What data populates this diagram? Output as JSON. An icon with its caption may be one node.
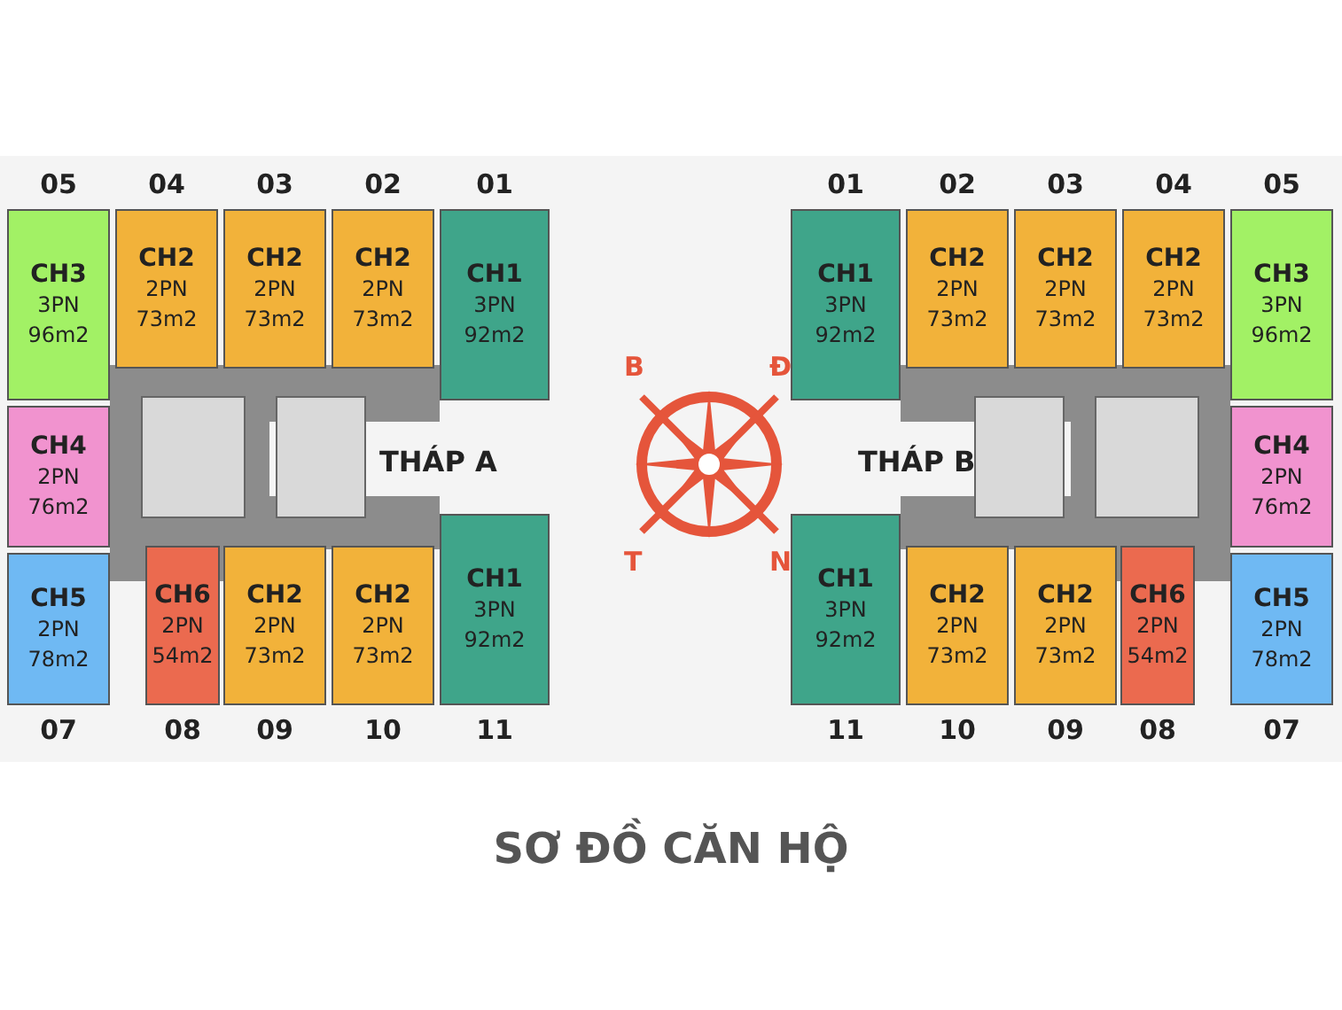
{
  "diagram": {
    "caption": "SƠ ĐỒ CĂN HỘ",
    "nodes": [
      {
        "text": [
          "CH3",
          "3PN",
          "96m2"
        ],
        "beside": [
          "05"
        ]
      },
      {
        "text": [
          "CH2",
          "2PN",
          "73m2"
        ],
        "beside": [
          "04"
        ]
      },
      {
        "text": [
          "CH2",
          "2PN",
          "73m2"
        ],
        "beside": [
          "03"
        ]
      },
      {
        "text": [
          "CH2",
          "2PN",
          "73m2"
        ],
        "beside": [
          "02"
        ]
      },
      {
        "text": [
          "CH1",
          "3PN",
          "92m2"
        ],
        "beside": [
          "01"
        ]
      },
      {
        "text": [
          "CH1",
          "3PN",
          "92m2"
        ],
        "beside": [
          "01"
        ]
      },
      {
        "text": [
          "CH2",
          "2PN",
          "73m2"
        ],
        "beside": [
          "02"
        ]
      },
      {
        "text": [
          "CH2",
          "2PN",
          "73m2"
        ],
        "beside": [
          "03"
        ]
      },
      {
        "text": [
          "CH2",
          "2PN",
          "73m2"
        ],
        "beside": [
          "04"
        ]
      },
      {
        "text": [
          "CH3",
          "3PN",
          "96m2"
        ],
        "beside": [
          "05"
        ]
      },
      {
        "text": [
          "CH4",
          "2PN",
          "76m2"
        ]
      },
      {
        "text": [
          "CH4",
          "2PN",
          "76m2"
        ]
      },
      {
        "text": [
          "CH5",
          "2PN",
          "78m2"
        ],
        "beside": [
          "07"
        ]
      },
      {
        "text": [
          "CH6",
          "2PN",
          "54m2"
        ],
        "beside": [
          "08"
        ]
      },
      {
        "text": [
          "CH2",
          "2PN",
          "73m2"
        ],
        "beside": [
          "09"
        ]
      },
      {
        "text": [
          "CH2",
          "2PN",
          "73m2"
        ],
        "beside": [
          "10"
        ]
      },
      {
        "text": [
          "CH1",
          "3PN",
          "92m2"
        ],
        "beside": [
          "11"
        ]
      },
      {
        "text": [
          "CH1",
          "3PN",
          "92m2"
        ],
        "beside": [
          "11"
        ]
      },
      {
        "text": [
          "CH2",
          "2PN",
          "73m2"
        ],
        "beside": [
          "10"
        ]
      },
      {
        "text": [
          "CH2",
          "2PN",
          "73m2"
        ],
        "beside": [
          "09"
        ]
      },
      {
        "text": [
          "CH6",
          "2PN",
          "54m2"
        ],
        "beside": [
          "08"
        ]
      },
      {
        "text": [
          "CH5",
          "2PN",
          "78m2"
        ],
        "beside": [
          "07"
        ]
      }
    ],
    "labels": [
      "B",
      "Đ",
      "THÁP A",
      "THÁP B",
      "T",
      "N"
    ]
  }
}
